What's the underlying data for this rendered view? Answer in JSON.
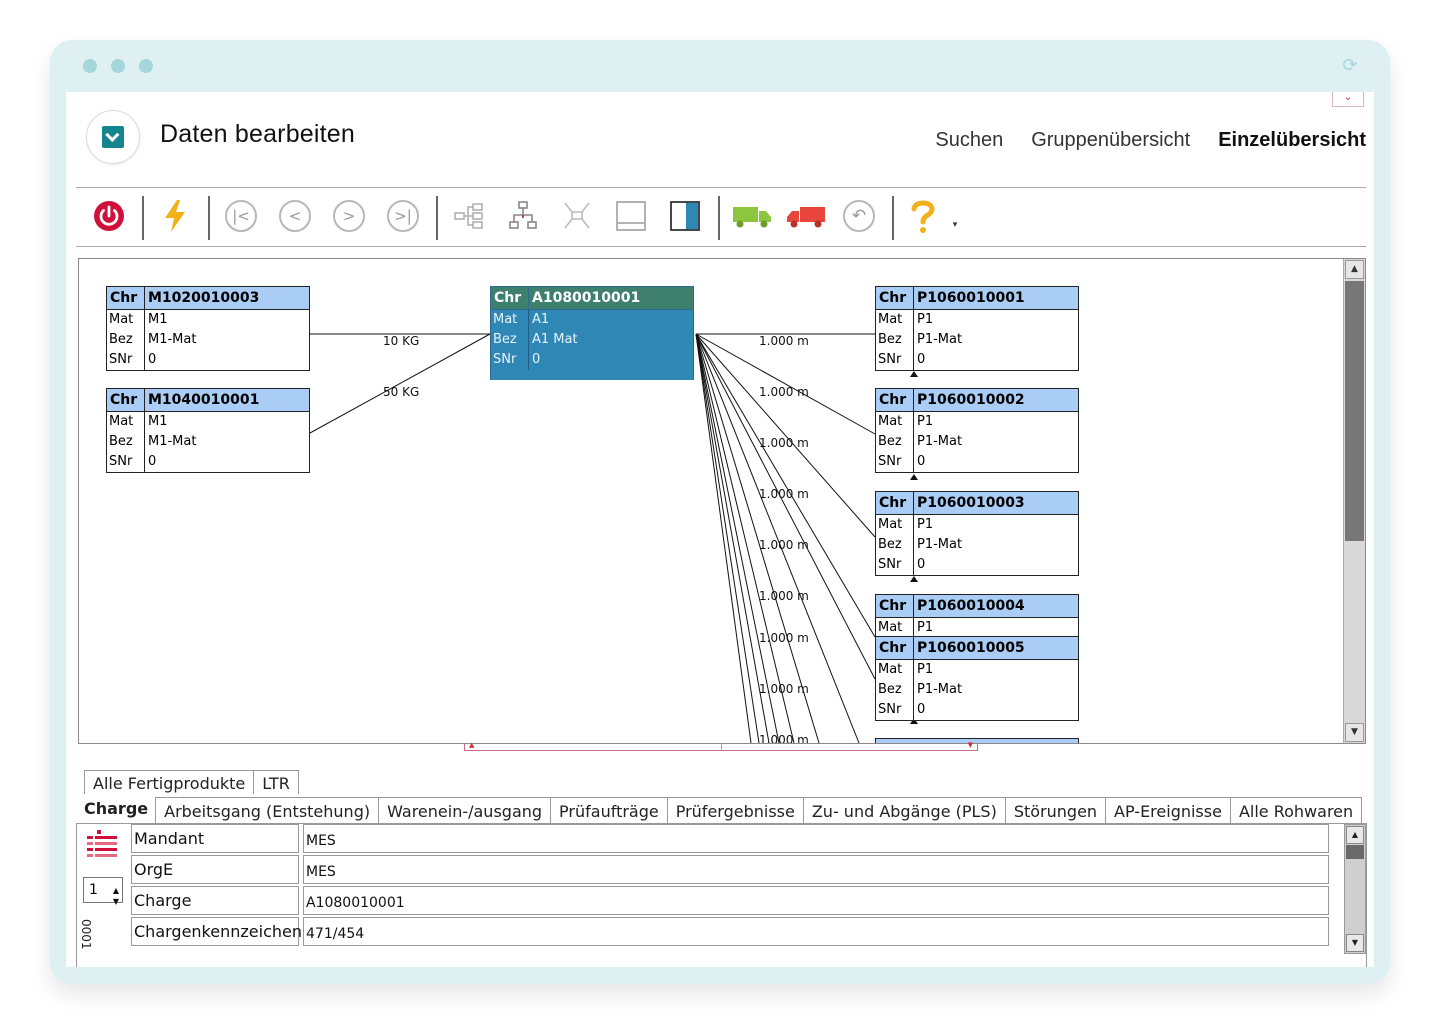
{
  "window": {
    "title": "Daten bearbeiten"
  },
  "nav": [
    {
      "label": "Suchen",
      "active": false
    },
    {
      "label": "Gruppenübersicht",
      "active": false
    },
    {
      "label": "Einzelübersicht",
      "active": true
    }
  ],
  "toolbar": {
    "icons": [
      "power-icon",
      "lightning-icon",
      "first-icon",
      "prev-icon",
      "next-icon",
      "last-icon",
      "tree-left-icon",
      "tree-down-icon",
      "tree-merge-icon",
      "panel-bottom-icon",
      "panel-right-icon",
      "truck-green-icon",
      "truck-red-icon",
      "undo-icon",
      "help-icon",
      "overflow-icon"
    ],
    "colors": {
      "power": "#d0103a",
      "lightning": "#f2b11a",
      "truck_green": "#8cc63f",
      "truck_red": "#e8453c",
      "help": "#f2b11a"
    }
  },
  "diagram": {
    "header_key": "Chr",
    "row_keys": [
      "Mat",
      "Bez",
      "SNr"
    ],
    "inputs": [
      {
        "chr": "M1020010003",
        "mat": "M1",
        "bez": "M1-Mat",
        "snr": "0",
        "edge": "10 KG"
      },
      {
        "chr": "M1040010001",
        "mat": "M1",
        "bez": "M1-Mat",
        "snr": "0",
        "edge": "50 KG"
      }
    ],
    "center": {
      "chr": "A1080010001",
      "mat": "A1",
      "bez": "A1 Mat",
      "snr": "0"
    },
    "outputs": [
      {
        "chr": "P1060010001",
        "mat": "P1",
        "bez": "P1-Mat",
        "snr": "0"
      },
      {
        "chr": "P1060010002",
        "mat": "P1",
        "bez": "P1-Mat",
        "snr": "0"
      },
      {
        "chr": "P1060010003",
        "mat": "P1",
        "bez": "P1-Mat",
        "snr": "0"
      },
      {
        "chr": "P1060010004",
        "mat": "P1"
      },
      {
        "chr": "P1060010005",
        "mat": "P1",
        "bez": "P1-Mat",
        "snr": "0"
      }
    ],
    "edge_label": "1.000 m",
    "colors": {
      "header": "#aacdf5",
      "selected_header": "#3f7f6e",
      "selected_body": "#2f87b5"
    }
  },
  "tabs_top": [
    "Alle Fertigprodukte",
    "LTR"
  ],
  "tabs_main": [
    {
      "label": "Charge",
      "active": true
    },
    {
      "label": "Arbeitsgang (Entstehung)"
    },
    {
      "label": "Warenein-/ausgang"
    },
    {
      "label": "Prüfaufträge"
    },
    {
      "label": "Prüfergebnisse"
    },
    {
      "label": "Zu- und Abgänge (PLS)"
    },
    {
      "label": "Störungen"
    },
    {
      "label": "AP-Ereignisse"
    },
    {
      "label": "Alle Rohwaren"
    }
  ],
  "fields": [
    {
      "label": "Mandant",
      "value": "MES"
    },
    {
      "label": "OrgE",
      "value": "MES"
    },
    {
      "label": "Charge",
      "value": "A1080010001"
    },
    {
      "label": "Chargenkennzeichen",
      "value": "471/454"
    }
  ],
  "record": {
    "index": "1",
    "side_text": "0001"
  }
}
